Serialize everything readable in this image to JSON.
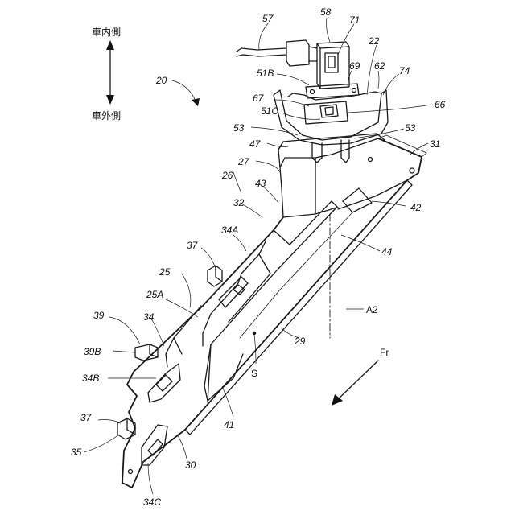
{
  "direction": {
    "top_label": "車内側",
    "bottom_label": "車外側"
  },
  "labels": {
    "r57": "57",
    "r58": "58",
    "r71": "71",
    "r22": "22",
    "r51B": "51B",
    "r69": "69",
    "r62": "62",
    "r74": "74",
    "r20": "20",
    "r67": "67",
    "r66": "66",
    "r51C": "51C",
    "r53a": "53",
    "r53b": "53",
    "r47": "47",
    "r31": "31",
    "r27": "27",
    "r26": "26",
    "r43": "43",
    "r42": "42",
    "r32": "32",
    "r34A": "34A",
    "r44": "44",
    "r37a": "37",
    "r25": "25",
    "r25A": "25A",
    "rA2": "A2",
    "r39": "39",
    "r34": "34",
    "r29": "29",
    "rFr": "Fr",
    "r39B": "39B",
    "rS": "S",
    "r34B": "34B",
    "r37b": "37",
    "r41": "41",
    "r35": "35",
    "r30": "30",
    "r34C": "34C"
  },
  "icons": {
    "direction_arrow": "double-headed-arrow-icon",
    "front_arrow": "front-direction-arrow-icon"
  }
}
